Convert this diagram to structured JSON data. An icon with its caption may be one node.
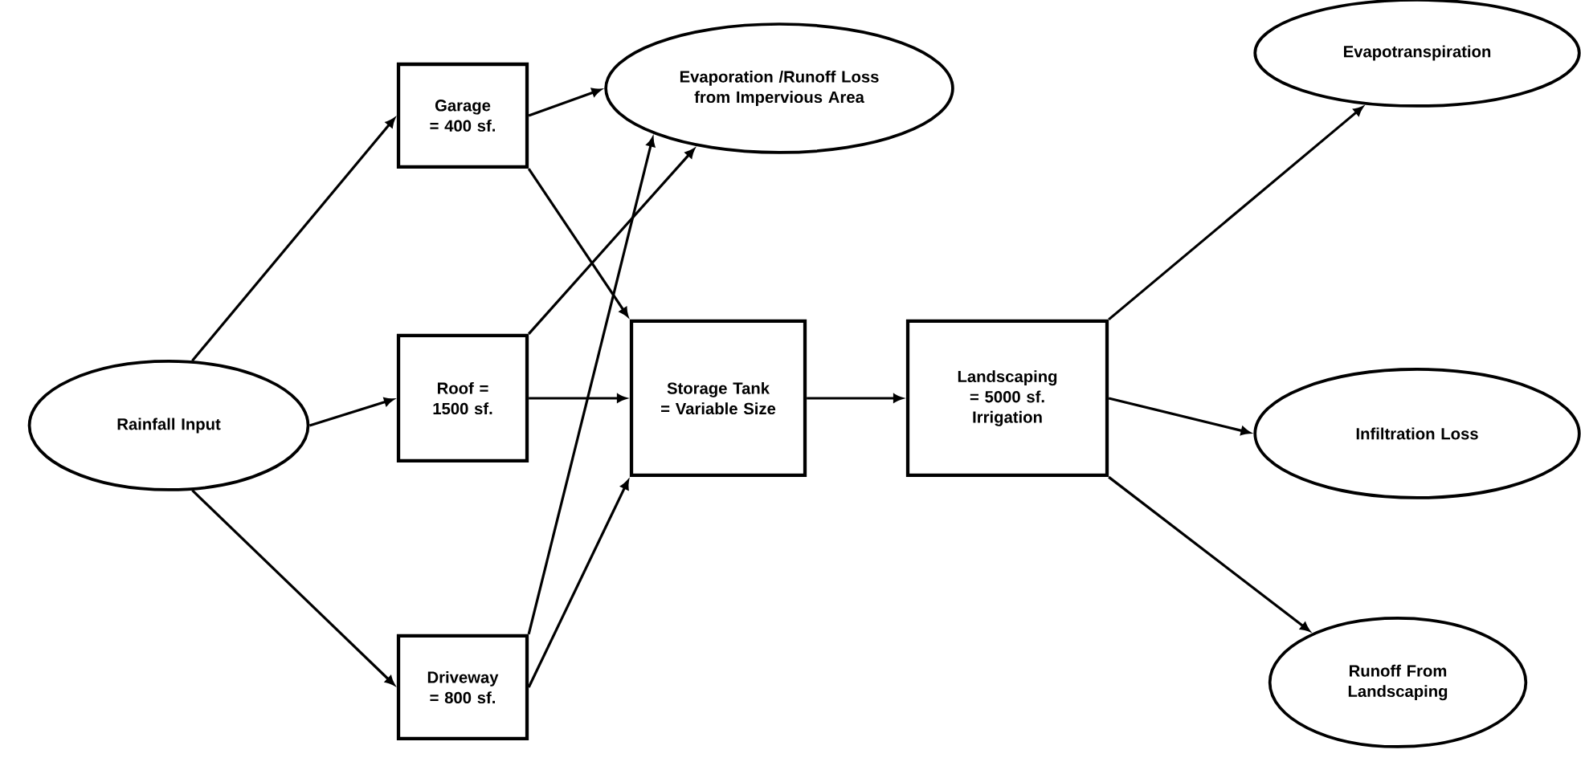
{
  "diagram": {
    "nodes": [
      {
        "text": [
          "Rainfall Input"
        ]
      },
      {
        "text": [
          "Garage = 400 sf."
        ]
      },
      {
        "text": [
          "Roof = 1500 sf."
        ]
      },
      {
        "text": [
          "Driveway = 800 sf."
        ]
      },
      {
        "text": [
          "Evaporation /Runoff Loss from Impervious Area"
        ]
      },
      {
        "text": [
          "Storage Tank = Variable Size"
        ]
      },
      {
        "text": [
          "Landscaping = 5000 sf. Irrigation"
        ]
      },
      {
        "text": [
          "Evapotranspiration"
        ]
      },
      {
        "text": [
          "Infiltration Loss"
        ]
      },
      {
        "text": [
          "Runoff From Landscaping"
        ]
      }
    ],
    "edges": [
      {
        "from": 0,
        "to": 1,
        "arrow": "to"
      },
      {
        "from": 0,
        "to": 2,
        "arrow": "to"
      },
      {
        "from": 0,
        "to": 3,
        "arrow": "to"
      },
      {
        "from": 1,
        "to": 4,
        "arrow": "to"
      },
      {
        "from": 1,
        "to": 5,
        "arrow": "to"
      },
      {
        "from": 2,
        "to": 4,
        "arrow": "to"
      },
      {
        "from": 2,
        "to": 5,
        "arrow": "to"
      },
      {
        "from": 3,
        "to": 4,
        "arrow": "to"
      },
      {
        "from": 3,
        "to": 5,
        "arrow": "to"
      },
      {
        "from": 5,
        "to": 6,
        "arrow": "to"
      },
      {
        "from": 6,
        "to": 7,
        "arrow": "to"
      },
      {
        "from": 6,
        "to": 8,
        "arrow": "to"
      },
      {
        "from": 6,
        "to": 9,
        "arrow": "to"
      }
    ]
  }
}
